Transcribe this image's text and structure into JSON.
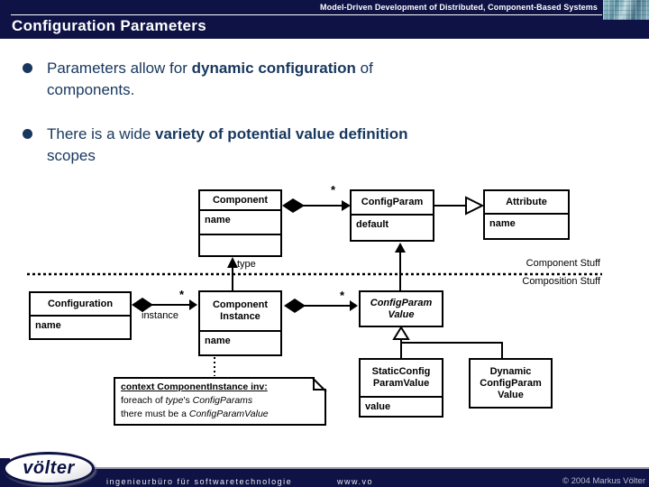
{
  "header": {
    "top_text": "Model-Driven Development of Distributed, Component-Based Systems",
    "title": "Configuration Parameters"
  },
  "bullets": [
    {
      "line1_pre": "Parameters allow for ",
      "line1_bold": "dynamic configuration",
      "line1_post": " of",
      "line2": "components."
    },
    {
      "line1_pre": "There is a wide ",
      "line1_bold": "variety of potential value definition",
      "line1_post": "",
      "line2": "scopes"
    }
  ],
  "diagram": {
    "classes": {
      "component": {
        "title": "Component",
        "attr": "name"
      },
      "configparam": {
        "title": "ConfigParam",
        "attr": "default"
      },
      "attribute": {
        "title": "Attribute",
        "attr": "name"
      },
      "configuration": {
        "title": "Configuration",
        "attr": "name"
      },
      "component_instance": {
        "title": "Component\nInstance",
        "attr": "name"
      },
      "configparam_value": {
        "title": "ConfigParam\nValue"
      },
      "static_configparam_value": {
        "title": "StaticConfig\nParamValue",
        "attr": "value"
      },
      "dynamic_configparam_value": {
        "title": "Dynamic\nConfigParam\nValue"
      }
    },
    "labels": {
      "type": "type",
      "instance": "instance",
      "component_stuff": "Component Stuff",
      "composition_stuff": "Composition Stuff",
      "mult_configparam": "*",
      "mult_instance": "*",
      "mult_value": "*"
    },
    "note": {
      "line1": "context ComponentInstance inv:",
      "line2_pre": "foreach of ",
      "line2_em1": "type",
      "line2_mid": "'s ",
      "line2_em2": "ConfigParams",
      "line3_pre": "there must be a ",
      "line3_em": "ConfigParamValue"
    }
  },
  "footer": {
    "logo_text": "völter",
    "tagline": "ingenieurbüro für softwaretechnologie",
    "url": "www.vo",
    "copyright": "© 2004  Markus Völter"
  },
  "colors": {
    "navy_bar": "#0e1244",
    "body_text": "#17375e",
    "diagram_line": "#000000"
  }
}
